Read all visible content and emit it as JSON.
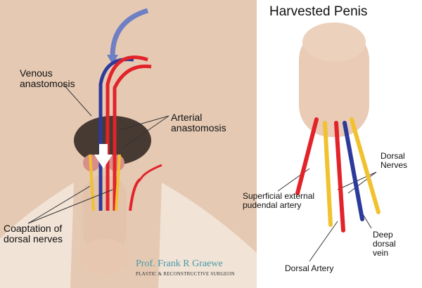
{
  "left_panel": {
    "labels": {
      "venous": "Venous anastomosis",
      "arterial": "Arterial anastomosis",
      "coaptation": "Coaptation of dorsal nerves"
    },
    "signature": {
      "name": "Prof. Frank R Graewe",
      "subtitle": "PLASTIC & RECONSTRUCTIVE SURGEON"
    }
  },
  "right_panel": {
    "title": "Harvested Penis",
    "labels": {
      "dorsal_nerves": "Dorsal Nerves",
      "superficial": "Superficial external pudendal artery",
      "deep_vein": "Deep dorsal vein",
      "dorsal_artery": "Dorsal Artery"
    }
  },
  "colors": {
    "skin": "#e9cbb6",
    "artery": "#e2232a",
    "vein": "#2c3a9c",
    "nerve": "#f2c12e",
    "flow": "#6f7fc4"
  }
}
